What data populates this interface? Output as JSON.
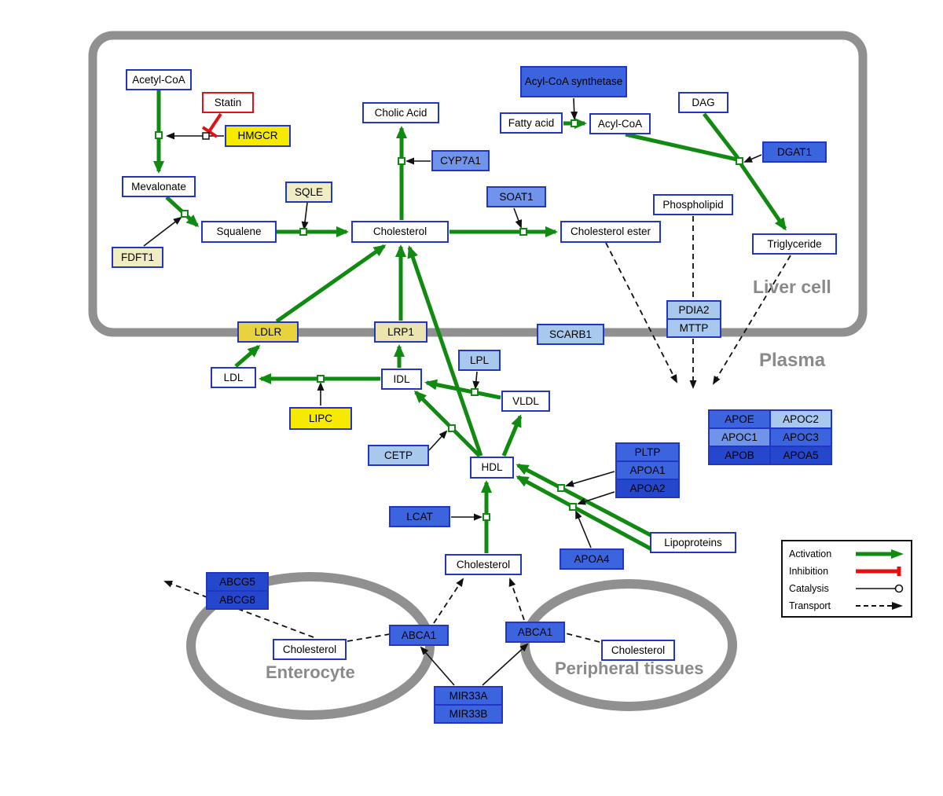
{
  "regions": {
    "liver_label": "Liver cell",
    "plasma_label": "Plasma",
    "enterocyte_label": "Enterocyte",
    "peripheral_label": "Peripheral tissues"
  },
  "nodes": {
    "acetyl_coa": {
      "label": "Acetyl-CoA"
    },
    "statin": {
      "label": "Statin"
    },
    "hmgcr": {
      "label": "HMGCR"
    },
    "mevalonate": {
      "label": "Mevalonate"
    },
    "fdft1": {
      "label": "FDFT1"
    },
    "squalene": {
      "label": "Squalene"
    },
    "sqle": {
      "label": "SQLE"
    },
    "chol_liver": {
      "label": "Cholesterol"
    },
    "cholic_acid": {
      "label": "Cholic Acid"
    },
    "cyp7a1": {
      "label": "CYP7A1"
    },
    "soat1": {
      "label": "SOAT1"
    },
    "chol_ester": {
      "label": "Cholesterol ester"
    },
    "acyl_synth": {
      "label": "Acyl-CoA synthetase"
    },
    "fatty_acid": {
      "label": "Fatty acid"
    },
    "acyl_coa": {
      "label": "Acyl-CoA"
    },
    "dag": {
      "label": "DAG"
    },
    "dgat1": {
      "label": "DGAT1"
    },
    "phospholipid": {
      "label": "Phospholipid"
    },
    "triglyceride": {
      "label": "Triglyceride"
    },
    "pdia2": {
      "label": "PDIA2"
    },
    "mttp": {
      "label": "MTTP"
    },
    "ldlr": {
      "label": "LDLR"
    },
    "lrp1": {
      "label": "LRP1"
    },
    "scarb1": {
      "label": "SCARB1"
    },
    "ldl": {
      "label": "LDL"
    },
    "idl": {
      "label": "IDL"
    },
    "lpl": {
      "label": "LPL"
    },
    "vldl": {
      "label": "VLDL"
    },
    "lipc": {
      "label": "LIPC"
    },
    "cetp": {
      "label": "CETP"
    },
    "hdl": {
      "label": "HDL"
    },
    "lcat": {
      "label": "LCAT"
    },
    "pltp": {
      "label": "PLTP"
    },
    "apoa1": {
      "label": "APOA1"
    },
    "apoa2": {
      "label": "APOA2"
    },
    "apoa4": {
      "label": "APOA4"
    },
    "lipoproteins": {
      "label": "Lipoproteins"
    },
    "apoe": {
      "label": "APOE"
    },
    "apoc2": {
      "label": "APOC2"
    },
    "apoc1": {
      "label": "APOC1"
    },
    "apoc3": {
      "label": "APOC3"
    },
    "apob": {
      "label": "APOB"
    },
    "apoa5": {
      "label": "APOA5"
    },
    "chol_central": {
      "label": "Cholesterol"
    },
    "abcg5": {
      "label": "ABCG5"
    },
    "abcg8": {
      "label": "ABCG8"
    },
    "chol_entero": {
      "label": "Cholesterol"
    },
    "abca1_left": {
      "label": "ABCA1"
    },
    "abca1_right": {
      "label": "ABCA1"
    },
    "chol_periph": {
      "label": "Cholesterol"
    },
    "mir33a": {
      "label": "MIR33A"
    },
    "mir33b": {
      "label": "MIR33B"
    }
  },
  "legend": {
    "activation": "Activation",
    "inhibition": "Inhibition",
    "catalysis": "Catalysis",
    "transport": "Transport"
  },
  "colors": {
    "activation_green": "#108a10",
    "inhibition_red": "#e41111",
    "membrane_gray": "#909090",
    "box_border_blue": "#2136c4",
    "enzyme_yellow": "#f6ea00",
    "pale_yellow": "#f1edc2",
    "gene_blue": "#3c64de",
    "gene_blue_dark": "#2547cc",
    "gene_blue_light": "#a8c8ee"
  }
}
